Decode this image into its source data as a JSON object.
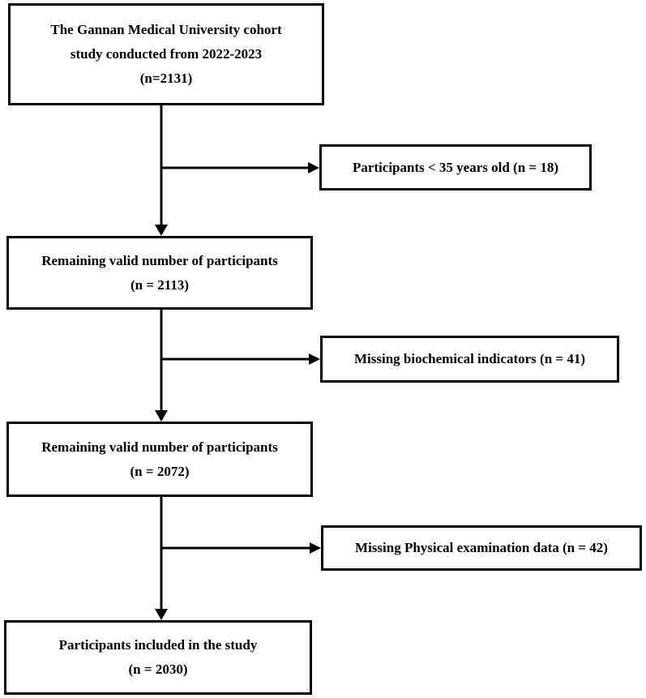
{
  "flow": {
    "steps": [
      {
        "line1": "The Gannan Medical University cohort",
        "line2": "study conducted from 2022-2023",
        "line3": "(n=2131)"
      },
      {
        "line1": "Remaining valid number of participants",
        "line2": "(n = 2113)"
      },
      {
        "line1": "Remaining valid number of participants",
        "line2": "(n = 2072)"
      },
      {
        "line1": "Participants included in the study",
        "line2": "(n = 2030)"
      }
    ],
    "exclusions": [
      {
        "label": "Participants < 35 years old (n = 18)"
      },
      {
        "label": "Missing biochemical indicators (n = 41)"
      },
      {
        "label": "Missing Physical examination data (n = 42)"
      }
    ]
  }
}
